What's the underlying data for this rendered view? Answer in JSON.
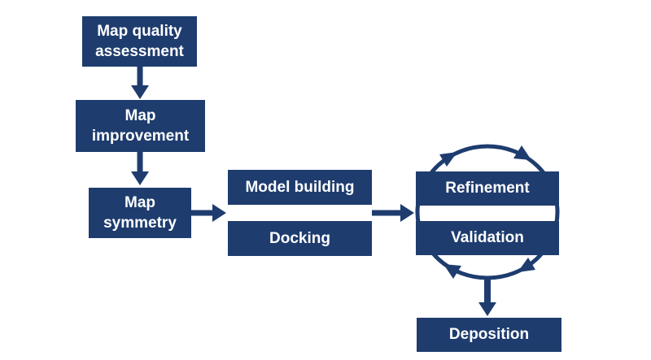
{
  "diagram": {
    "type": "flowchart",
    "background_color": "#ffffff",
    "node_fill_color": "#1e3c6e",
    "arrow_color": "#1e3c6e",
    "text_color": "#ffffff",
    "nodes": {
      "map_quality": {
        "label": "Map quality assessment"
      },
      "map_improvement": {
        "label": "Map improvement"
      },
      "map_symmetry": {
        "label": "Map symmetry"
      },
      "model_building": {
        "label": "Model building"
      },
      "docking": {
        "label": "Docking"
      },
      "refinement": {
        "label": "Refinement"
      },
      "validation": {
        "label": "Validation"
      },
      "deposition": {
        "label": "Deposition"
      }
    },
    "edges": [
      {
        "from": "Map quality assessment",
        "to": "Map improvement",
        "style": "arrow"
      },
      {
        "from": "Map improvement",
        "to": "Map symmetry",
        "style": "arrow"
      },
      {
        "from": "Map symmetry",
        "to": "Model building / Docking",
        "style": "arrow"
      },
      {
        "from": "Model building / Docking",
        "to": "Refinement / Validation",
        "style": "arrow"
      },
      {
        "from": "Refinement / Validation",
        "to": "Deposition",
        "style": "arrow"
      },
      {
        "between": [
          "Refinement",
          "Validation"
        ],
        "style": "cycle",
        "direction": "clockwise"
      }
    ]
  }
}
